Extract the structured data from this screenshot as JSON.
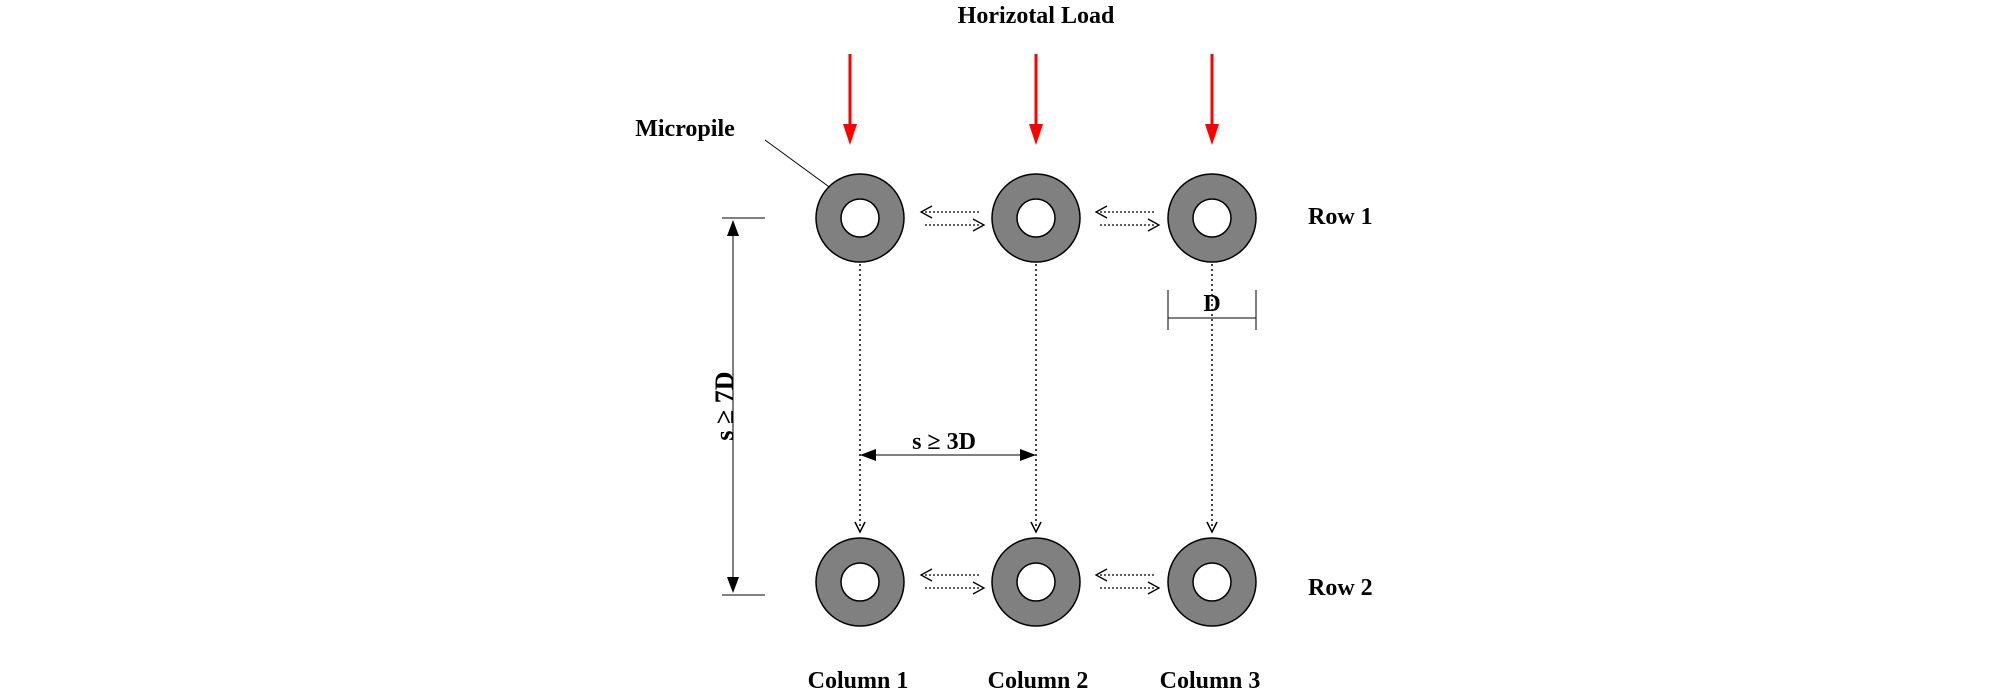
{
  "title": "Horizotal Load",
  "labels": {
    "micropile": "Micropile",
    "diameter": "D",
    "row_spacing": "s ≥ 7D",
    "column_spacing": "s ≥ 3D"
  },
  "rows": [
    {
      "label": "Row 1"
    },
    {
      "label": "Row 2"
    }
  ],
  "columns": [
    {
      "label": "Column 1"
    },
    {
      "label": "Column 2"
    },
    {
      "label": "Column 3"
    }
  ],
  "colors": {
    "load_arrow": "#ff0000",
    "pile_ring": "#808080",
    "outline": "#000000"
  }
}
